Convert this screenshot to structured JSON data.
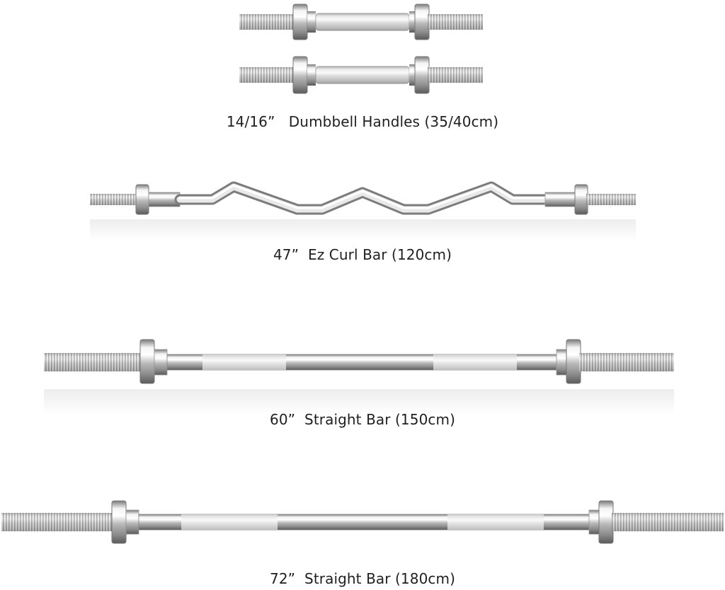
{
  "products": [
    {
      "caption": "14/16”   Dumbbell Handles (35/40cm)"
    },
    {
      "caption": "47”  Ez Curl Bar (120cm)"
    },
    {
      "caption": "60”  Straight Bar (150cm)"
    },
    {
      "caption": "72”  Straight Bar (180cm)"
    }
  ],
  "colors": {
    "background": "#ffffff",
    "chrome": "#c9c9c9",
    "text": "#1f1f1f"
  }
}
